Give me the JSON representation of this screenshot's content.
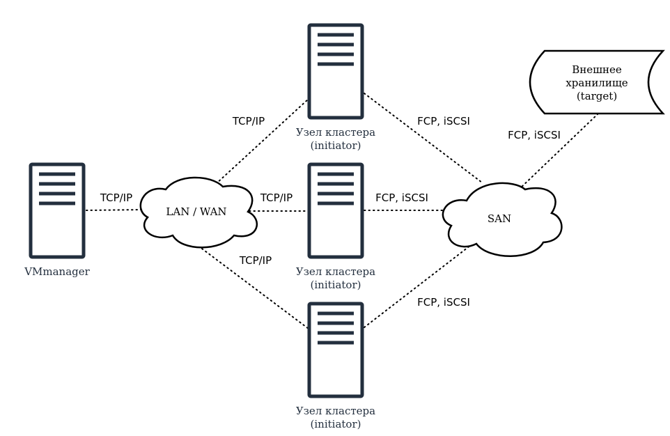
{
  "nodes": {
    "vmmanager": {
      "label": "VMmanager"
    },
    "lan": {
      "label": "LAN / WAN"
    },
    "san": {
      "label": "SAN"
    },
    "cluster_top": {
      "label_line1": "Узел кластера",
      "label_line2": "(initiator)"
    },
    "cluster_mid": {
      "label_line1": "Узел кластера",
      "label_line2": "(initiator)"
    },
    "cluster_bot": {
      "label_line1": "Узел кластера",
      "label_line2": "(initiator)"
    },
    "storage": {
      "line1": "Внешнее",
      "line2": "хранилище",
      "line3": "(target)"
    }
  },
  "links": {
    "vm_lan": "TCP/IP",
    "lan_top": "TCP/IP",
    "lan_mid": "TCP/IP",
    "lan_bot": "TCP/IP",
    "top_san": "FCP, iSCSI",
    "mid_san": "FCP, iSCSI",
    "bot_san": "FCP, iSCSI",
    "san_storage": "FCP, iSCSI"
  },
  "colors": {
    "server_stroke": "#232f3e",
    "line": "#000000",
    "background": "#ffffff"
  }
}
